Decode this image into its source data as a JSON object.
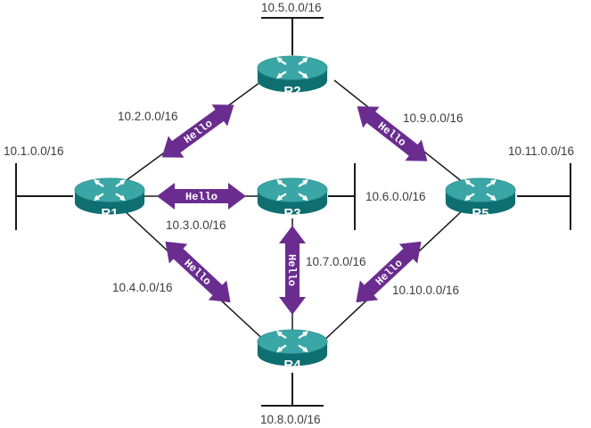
{
  "colors": {
    "router_top": "#3aa6a6",
    "router_side": "#0e6e70",
    "hello_arrow": "#6a2d8f",
    "line": "#1a1a1a",
    "text": "#3c3c3c"
  },
  "routers": {
    "r1": "R1",
    "r2": "R2",
    "r3": "R3",
    "r4": "R4",
    "r5": "R5"
  },
  "networks": {
    "n_10_1": "10.1.0.0/16",
    "n_10_2": "10.2.0.0/16",
    "n_10_3": "10.3.0.0/16",
    "n_10_4": "10.4.0.0/16",
    "n_10_5": "10.5.0.0/16",
    "n_10_6": "10.6.0.0/16",
    "n_10_7": "10.7.0.0/16",
    "n_10_8": "10.8.0.0/16",
    "n_10_9": "10.9.0.0/16",
    "n_10_10": "10.10.0.0/16",
    "n_10_11": "10.11.0.0/16"
  },
  "hello_label": "Hello"
}
